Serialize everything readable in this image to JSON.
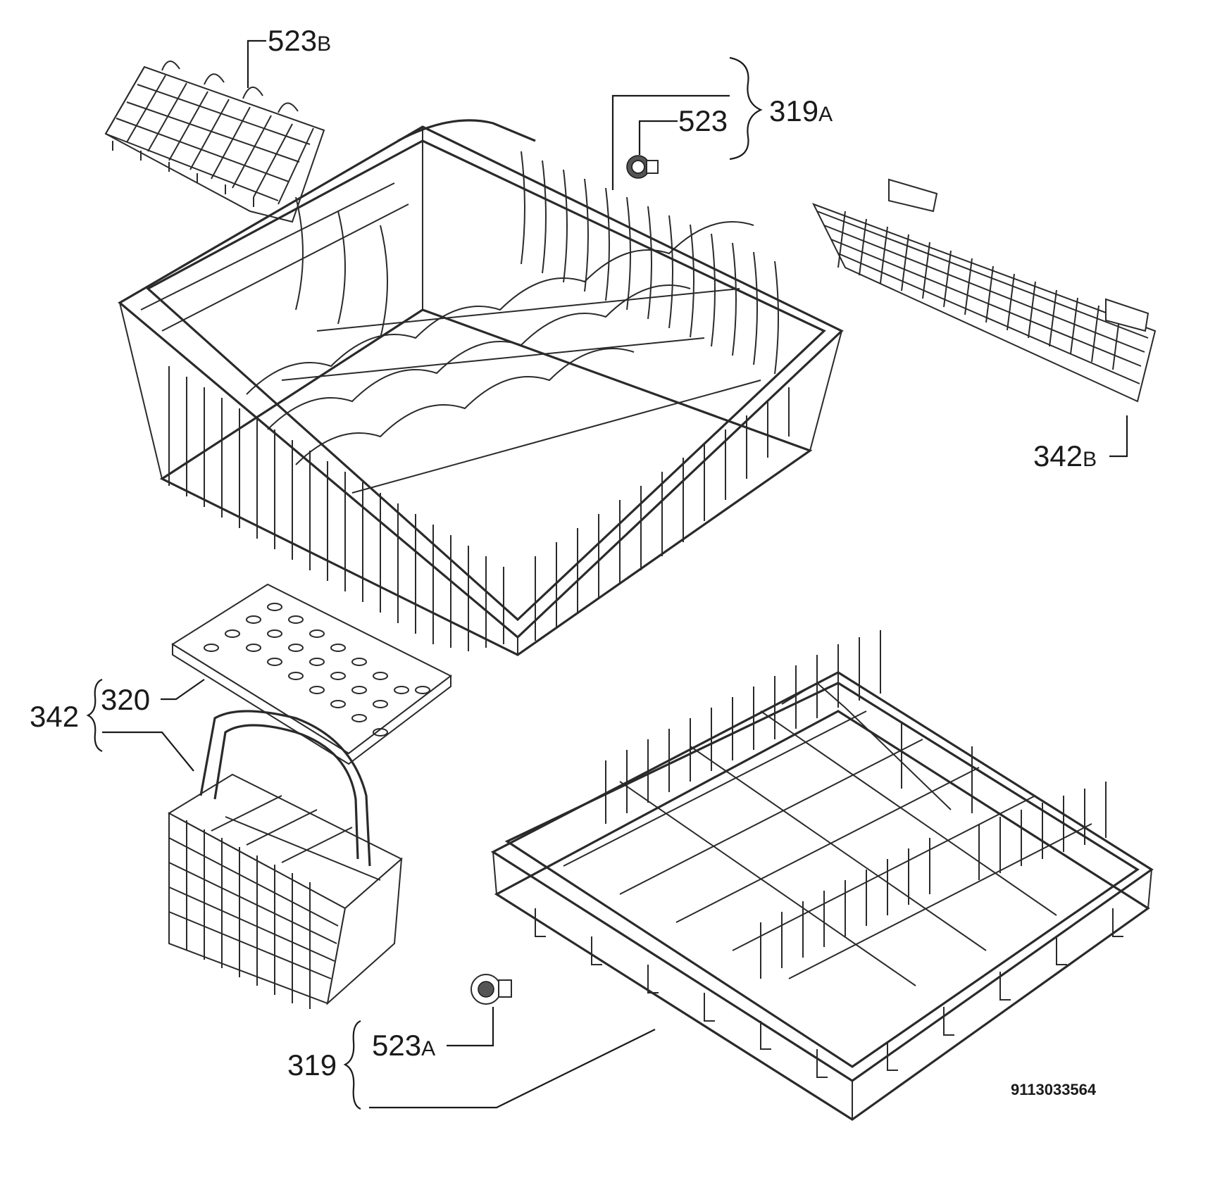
{
  "labels": {
    "l523b_num": "523",
    "l523b_suf": "B",
    "l523": "523",
    "l319a_num": "319",
    "l319a_suf": "A",
    "l342b_num": "342",
    "l342b_suf": "B",
    "l342": "342",
    "l320": "320",
    "l319": "319",
    "l523a_num": "523",
    "l523a_suf": "A"
  },
  "drawing_code": "9113033564"
}
